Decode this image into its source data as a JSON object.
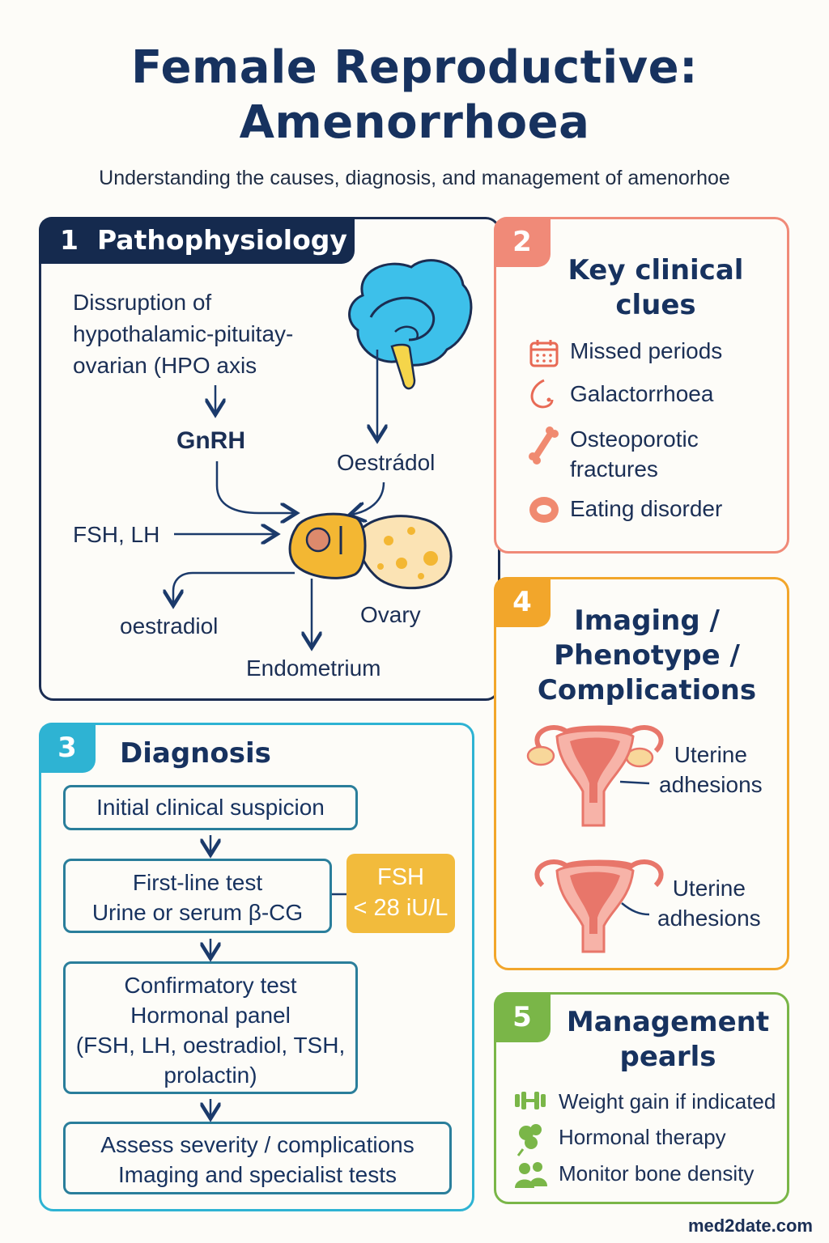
{
  "title_line1": "Female Reproductive:",
  "title_line2": "Amenorrhoea",
  "subtitle": "Understanding the causes, diagnosis, and management of amenorhoe",
  "panel1": {
    "number": "1",
    "heading": "Pathophysiology",
    "text_lines": [
      "Dissruption of",
      "hypothalamic-pituitay-",
      "ovarian (HPO axis"
    ],
    "gnrh": "GnRH",
    "oestradol": "Oestrádol",
    "fsh_lh": "FSH, LH",
    "oestradiol": "oestradiol",
    "ovary": "Ovary",
    "endometrium": "Endometrium"
  },
  "panel2": {
    "number": "2",
    "heading_line1": "Key clinical",
    "heading_line2": "clues",
    "items": [
      {
        "icon": "calendar-icon",
        "lines": [
          "Missed periods"
        ]
      },
      {
        "icon": "breast-icon",
        "lines": [
          "Galactorrhoea"
        ]
      },
      {
        "icon": "bone-icon",
        "lines": [
          "Osteoporotic",
          "fractures"
        ]
      },
      {
        "icon": "plate-icon",
        "lines": [
          "Eating disorder"
        ]
      }
    ]
  },
  "panel3": {
    "number": "3",
    "heading": "Diagnosis",
    "step1": "Initial clinical suspicion",
    "step2_line1": "First-line test",
    "step2_line2": "Urine or serum β-CG",
    "fsh_line1": "FSH",
    "fsh_line2": "< 28 iU/L",
    "step3_lines": [
      "Confirmatory test",
      "Hormonal panel",
      "(FSH, LH, oestradiol, TSH,",
      "prolactin)"
    ],
    "step4_line1": "Assess severity / complications",
    "step4_line2": "Imaging and specialist tests"
  },
  "panel4": {
    "number": "4",
    "heading_lines": [
      "Imaging /",
      "Phenotype /",
      "Complications"
    ],
    "label1_line1": "Uterine",
    "label1_line2": "adhesions",
    "label2_line1": "Uterine",
    "label2_line2": "adhesions"
  },
  "panel5": {
    "number": "5",
    "heading_line1": "Management",
    "heading_line2": "pearls",
    "items": [
      {
        "icon": "dumbbell-icon",
        "label": "Weight gain if indicated"
      },
      {
        "icon": "hormone-icon",
        "label": "Hormonal therapy"
      },
      {
        "icon": "people-icon",
        "label": "Monitor bone density"
      }
    ]
  },
  "footer": "med2date.com",
  "colors": {
    "navy": "#152a4e",
    "coral": "#f08a78",
    "teal": "#2eb3d3",
    "amber": "#f2a62b",
    "green": "#7ab648"
  }
}
